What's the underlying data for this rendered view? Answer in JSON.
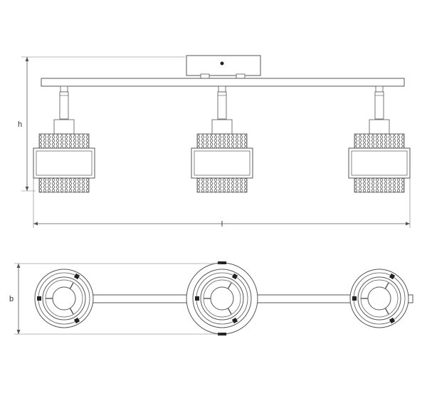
{
  "dimensions": {
    "height_label": "h",
    "length_label": "l",
    "breadth_label": "b"
  },
  "colors": {
    "line": "#555555",
    "dark": "#222222",
    "background": "#ffffff"
  }
}
